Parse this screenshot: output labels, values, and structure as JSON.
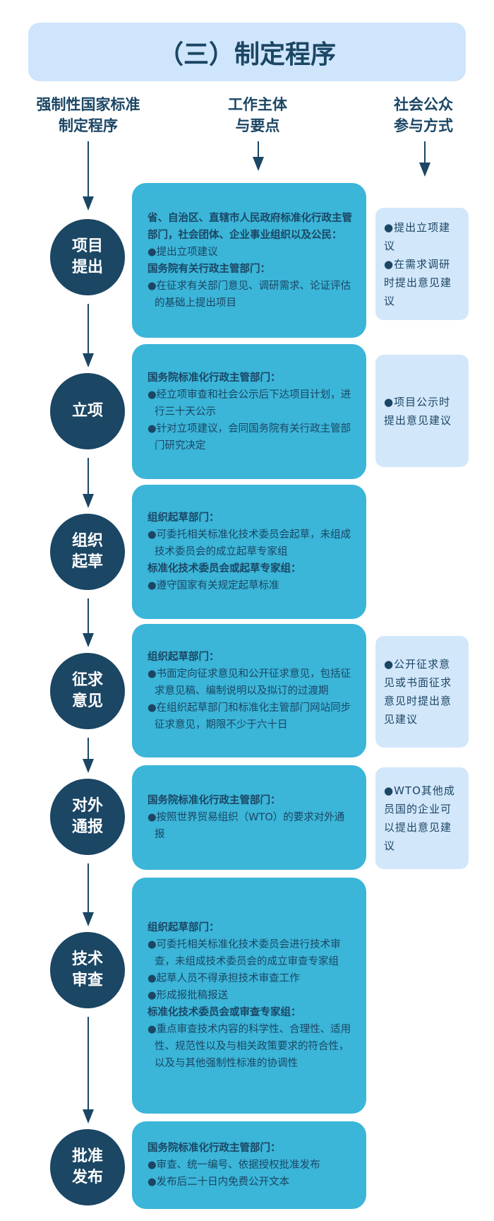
{
  "title": "（三）制定程序",
  "headers": [
    "强制性国家标准\n制定程序",
    "工作主体\n与要点",
    "社会公众\n参与方式"
  ],
  "steps": [
    {
      "name": "项目\n提出",
      "groups": [
        {
          "h": "省、自治区、直辖市人民政府标准化行政主管部门，社会团体、企业事业组织以及公民：",
          "items": [
            "●提出立项建议"
          ]
        },
        {
          "h": "国务院有关行政主管部门：",
          "items": [
            "●在征求有关部门意见、调研需求、论证评估的基础上提出项目"
          ]
        }
      ],
      "public": [
        "●提出立项建议",
        "●在需求调研时提出意见建议"
      ]
    },
    {
      "name": "立项",
      "groups": [
        {
          "h": "国务院标准化行政主管部门：",
          "items": [
            "●经立项审查和社会公示后下达项目计划，进行三十天公示",
            "●针对立项建议，会同国务院有关行政主管部门研究决定"
          ]
        }
      ],
      "public": [
        "●项目公示时提出意见建议"
      ]
    },
    {
      "name": "组织\n起草",
      "groups": [
        {
          "h": "组织起草部门：",
          "items": [
            "●可委托相关标准化技术委员会起草，未组成技术委员会的成立起草专家组"
          ]
        },
        {
          "h": "标准化技术委员会或起草专家组：",
          "items": [
            "●遵守国家有关规定起草标准"
          ]
        }
      ],
      "public": []
    },
    {
      "name": "征求\n意见",
      "groups": [
        {
          "h": "组织起草部门：",
          "items": [
            "●书面定向征求意见和公开征求意见，包括征求意见稿、编制说明以及拟订的过渡期",
            "●在组织起草部门和标准化主管部门网站同步征求意见，期限不少于六十日"
          ]
        }
      ],
      "public": [
        "●公开征求意见或书面征求意见时提出意见建议"
      ]
    },
    {
      "name": "对外\n通报",
      "groups": [
        {
          "h": "国务院标准化行政主管部门：",
          "items": [
            "●按照世界贸易组织（WTO）的要求对外通报"
          ]
        }
      ],
      "public": [
        "●WTO其他成员国的企业可以提出意见建议"
      ]
    },
    {
      "name": "技术\n审查",
      "groups": [
        {
          "h": "组织起草部门：",
          "items": [
            "●可委托相关标准化技术委员会进行技术审查，未组成技术委员会的成立审查专家组",
            "●起草人员不得承担技术审查工作",
            "●形成报批稿报送"
          ]
        },
        {
          "h": "标准化技术委员会或审查专家组：",
          "items": [
            "●重点审查技术内容的科学性、合理性、适用性、规范性以及与相关政策要求的符合性，以及与其他强制性标准的协调性"
          ]
        }
      ],
      "public": []
    },
    {
      "name": "批准\n发布",
      "groups": [
        {
          "h": "国务院标准化行政主管部门：",
          "items": [
            "●审查、统一编号、依据授权批准发布",
            "●发布后二十日内免费公开文本"
          ]
        }
      ],
      "public": []
    }
  ]
}
